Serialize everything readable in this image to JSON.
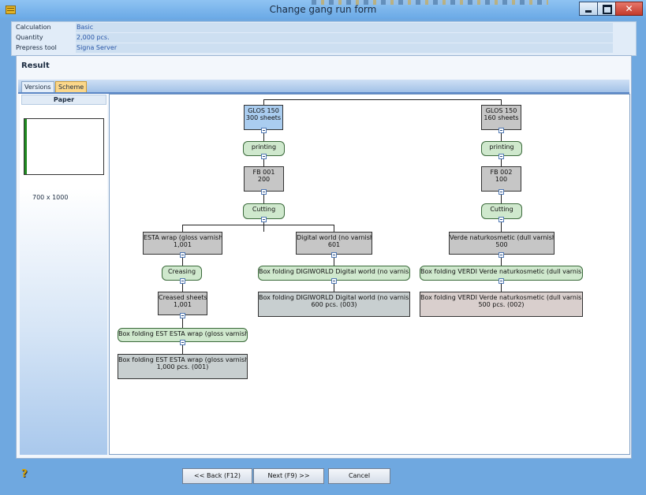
{
  "window": {
    "title": "Change gang run form",
    "close_glyph": "✕"
  },
  "info": [
    {
      "label": "Calculation",
      "value": "Basic"
    },
    {
      "label": "Quantity",
      "value": "2,000 pcs."
    },
    {
      "label": "Prepress tool",
      "value": "Signa Server"
    }
  ],
  "result": {
    "title": "Result",
    "tabs": {
      "versions": "Versions",
      "scheme": "Scheme"
    },
    "paper": {
      "header": "Paper",
      "size": "700 x 1000"
    }
  },
  "scheme": {
    "nodes": {
      "glos1": {
        "line1": "GLOS 150",
        "line2": "300 sheets"
      },
      "print1": {
        "line1": "printing"
      },
      "fb1": {
        "line1": "FB 001",
        "line2": "200"
      },
      "cut1": {
        "line1": "Cutting"
      },
      "esta": {
        "line1": "ESTA wrap (gloss varnish)",
        "line2": "1,001"
      },
      "creasing": {
        "line1": "Creasing"
      },
      "creased": {
        "line1": "Creased sheets",
        "line2": "1,001"
      },
      "boxest": {
        "line1": "Box folding EST ESTA wrap (gloss varnish)"
      },
      "resest": {
        "line1": "Box folding EST ESTA wrap (gloss varnish)",
        "line2": "1,000 pcs. (001)"
      },
      "digital": {
        "line1": "Digital world (no varnish)",
        "line2": "601"
      },
      "boxdig": {
        "line1": "Box folding DIGIWORLD Digital world (no varnish)"
      },
      "resdig": {
        "line1": "Box folding DIGIWORLD Digital world (no varnish)",
        "line2": "600 pcs. (003)"
      },
      "glos2": {
        "line1": "GLOS 150",
        "line2": "160 sheets"
      },
      "print2": {
        "line1": "printing"
      },
      "fb2": {
        "line1": "FB 002",
        "line2": "100"
      },
      "cut2": {
        "line1": "Cutting"
      },
      "verde": {
        "line1": "Verde naturkosmetic (dull varnish)",
        "line2": "500"
      },
      "boxver": {
        "line1": "Box folding VERDI Verde naturkosmetic (dull varnish)"
      },
      "resver": {
        "line1": "Box folding VERDI Verde naturkosmetic (dull varnish)",
        "line2": "500 pcs. (002)"
      }
    }
  },
  "footer": {
    "back": "<< Back (F12)",
    "next": "Next (F9) >>",
    "cancel": "Cancel"
  }
}
